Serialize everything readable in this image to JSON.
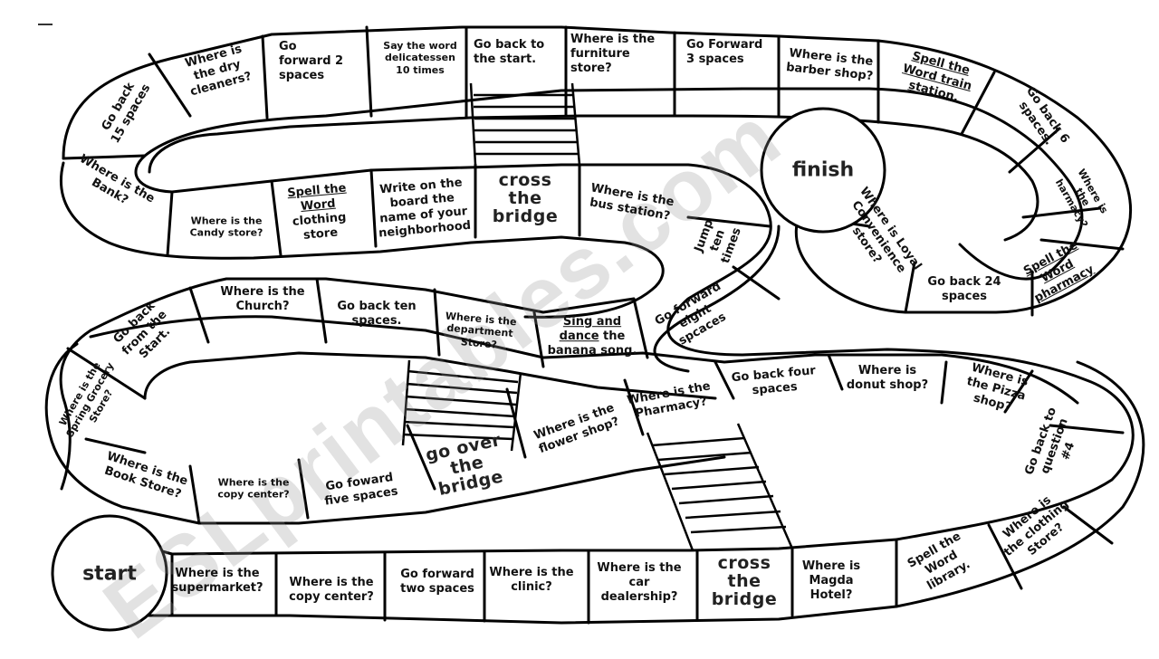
{
  "watermark": "ESLprintables.com",
  "start_label": "start",
  "finish_label": "finish",
  "spaces": {
    "s01": "Where is the supermarket?",
    "s02": "Where is the copy center?",
    "s03": "Go forward two spaces",
    "s04": "Where is the clinic?",
    "s05": "Where is the car dealership?",
    "s06": "cross the bridge",
    "s07": "Where is Magda Hotel?",
    "s08": "Spell the Word library.",
    "s09": "Where is the clothing Store?",
    "s10": "Go back to question #4",
    "s11": "Where is the Pizza shop?",
    "s12": "Where is donut shop?",
    "s13": "Go back four spaces",
    "s14": "Where is the Pharmacy?",
    "s15": "Where is the flower shop?",
    "s16": "go over the bridge",
    "s17": "Go foward five spaces",
    "s18": "Where is the copy center?",
    "s19": "Where is the Book Store?",
    "s20": "Where is the Spring Grocery Store?",
    "s21": "Go back from the Start.",
    "s22": "Where is the Church?",
    "s23": "Go back ten spaces.",
    "s24": "Where is the department Store?",
    "s25_u": "Sing and dance",
    "s25": "the banana song.",
    "s26": "Go forward eight spcaces",
    "s27": "Jump ten times",
    "s28": "Where is the bus station?",
    "s29": "cross the bridge",
    "s30": "Write on the board the name of your neighborhood",
    "s31_u": "Spell the Word",
    "s31": "clothing store",
    "s32": "Where is the Candy store?",
    "s33": "Where is the Bank?",
    "s34": "Go back 15 spaces",
    "s35": "Where is the dry cleaners?",
    "s36": "Go forward 2 spaces",
    "s37": "Say the word delicatessen 10 times",
    "s38": "Go back to the start.",
    "s39": "Where is the furniture store?",
    "s40": "Go Forward 3 spaces",
    "s41": "Where is the barber shop?",
    "s42": "Spell the Word train station.",
    "s43": "Go back 6 spaces.",
    "s44": "Where is the harmacy?",
    "s45": "Spell the Word pharmacy",
    "s46": "Go back 24 spaces",
    "s47": "Where is Loyal Convenience store?"
  }
}
